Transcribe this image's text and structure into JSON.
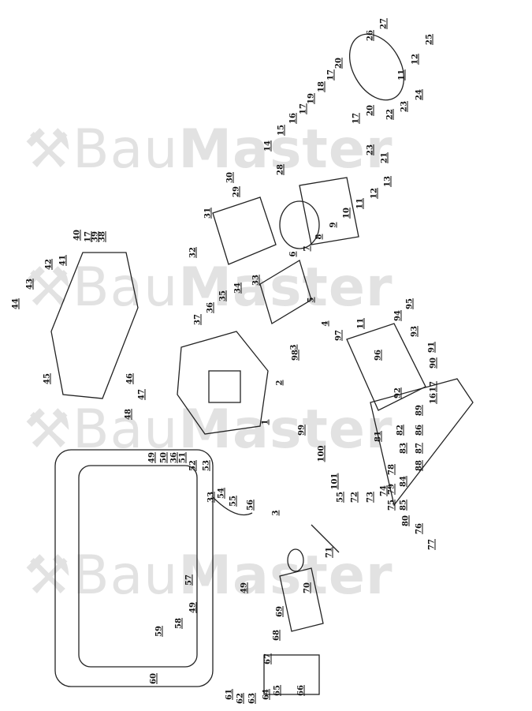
{
  "watermark": {
    "brand_light": "Bau",
    "brand_bold": "Master",
    "logo_icon": "hammer-wrench-icon"
  },
  "part_labels": [
    "27",
    "26",
    "25",
    "12",
    "11",
    "20",
    "17",
    "18",
    "19",
    "17",
    "16",
    "15",
    "14",
    "24",
    "23",
    "22",
    "20",
    "17",
    "23",
    "21",
    "13",
    "12",
    "11",
    "10",
    "9",
    "8",
    "7",
    "6",
    "5",
    "4",
    "3",
    "2",
    "1",
    "30",
    "29",
    "28",
    "31",
    "32",
    "33",
    "34",
    "35",
    "36",
    "37",
    "40",
    "17",
    "39",
    "38",
    "41",
    "42",
    "43",
    "44",
    "45",
    "46",
    "47",
    "48",
    "98",
    "97",
    "11",
    "96",
    "95",
    "94",
    "93",
    "91",
    "90",
    "17",
    "16",
    "92",
    "89",
    "86",
    "82",
    "87",
    "83",
    "81",
    "78",
    "88",
    "84",
    "79",
    "74",
    "73",
    "72",
    "55",
    "75",
    "85",
    "80",
    "76",
    "77",
    "99",
    "100",
    "101",
    "49",
    "50",
    "36",
    "51",
    "52",
    "53",
    "54",
    "33",
    "55",
    "56",
    "57",
    "58",
    "59",
    "49",
    "60",
    "3",
    "71",
    "70",
    "69",
    "49",
    "68",
    "67",
    "66",
    "65",
    "64",
    "63",
    "62",
    "61"
  ]
}
